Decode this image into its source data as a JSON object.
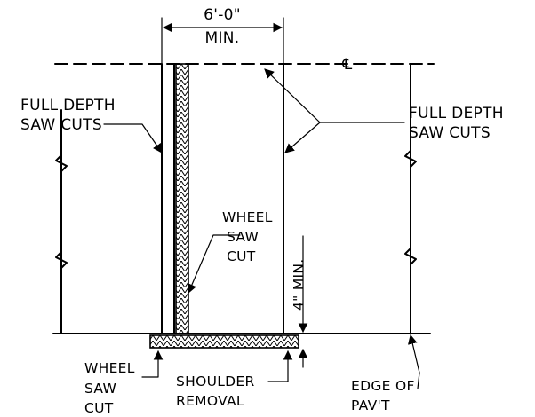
{
  "diagram": {
    "dimension_top": "6'-0\"",
    "dimension_top_sub": "MIN.",
    "centerline_symbol": "℄",
    "label_left_saw_cuts": [
      "FULL DEPTH",
      "SAW CUTS"
    ],
    "label_right_saw_cuts": [
      "FULL DEPTH",
      "SAW CUTS"
    ],
    "label_wheel_saw_cut_upper": [
      "WHEEL",
      "SAW",
      "CUT"
    ],
    "label_vertical_dim": "4\" MIN.",
    "label_wheel_saw_cut_lower": [
      "WHEEL",
      "SAW",
      "CUT"
    ],
    "label_shoulder_removal": [
      "SHOULDER",
      "REMOVAL"
    ],
    "label_edge_of_pavement": [
      "EDGE OF",
      "PAV'T"
    ]
  }
}
